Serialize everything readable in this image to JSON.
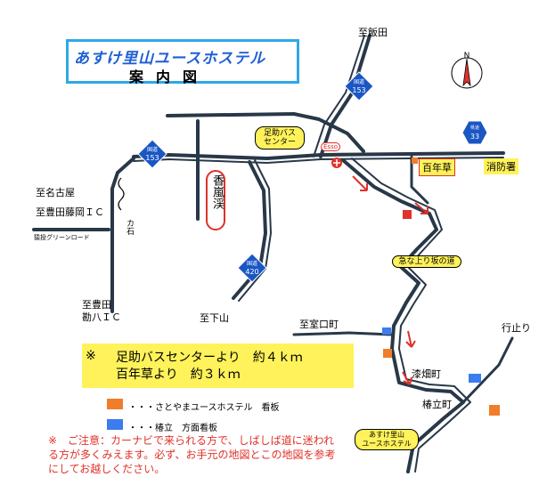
{
  "title": {
    "main": "あすけ里山ユースホステル",
    "sub": "案内図"
  },
  "routes": {
    "r153_top": {
      "kind": "国道",
      "number": "153"
    },
    "r153_left": {
      "kind": "国道",
      "number": "153"
    },
    "r420": {
      "kind": "国道",
      "number": "420"
    },
    "r33": {
      "kind": "県道",
      "number": "33"
    }
  },
  "places": {
    "to_iida": "至飯田",
    "to_nagoya": "至名古屋",
    "to_fujioka": "至豊田藤岡ＩＣ",
    "green_road": "猿投グリーンロード",
    "kari": "カ石",
    "to_kanba": "至豊田\n勘八ＩＣ",
    "to_shimoyama": "至下山",
    "to_muro": "至室口町",
    "to_yukiari": "行止り",
    "urushibata": "漆畑町",
    "tsubatate": "椿立町",
    "kourankei": "香嵐渓",
    "hyakunensou": "百年草",
    "fire_station": "消防署",
    "bus_center": "足助バス\nセンター",
    "esso": "Esso",
    "slope": "急な上り坂の道",
    "hostel": "あすけ里山\nユースホステル"
  },
  "distance": {
    "mark": "※",
    "line1": "足助バスセンターより　約４ｋｍ",
    "line2": "百年草より　約３ｋｍ"
  },
  "legend": {
    "orange": "・・・さとやまユースホステル　看板",
    "blue": "・・・椿立　方面看板"
  },
  "note": "※　ご注意：カーナビで来られる方で、しばしば道に迷われる方が多くみえます。必ず、お手元の地図とこの地図を参考にしてお越しください。",
  "compass": "N",
  "colors": {
    "road": "#283848",
    "shield": "#1a56c4",
    "title_border": "#2ea8e8",
    "title_text": "#1f5fd6",
    "label_yellow": "#fff25a",
    "orange_sign": "#f07d2a",
    "blue_sign": "#3b7cf0",
    "red": "#e0312a"
  }
}
